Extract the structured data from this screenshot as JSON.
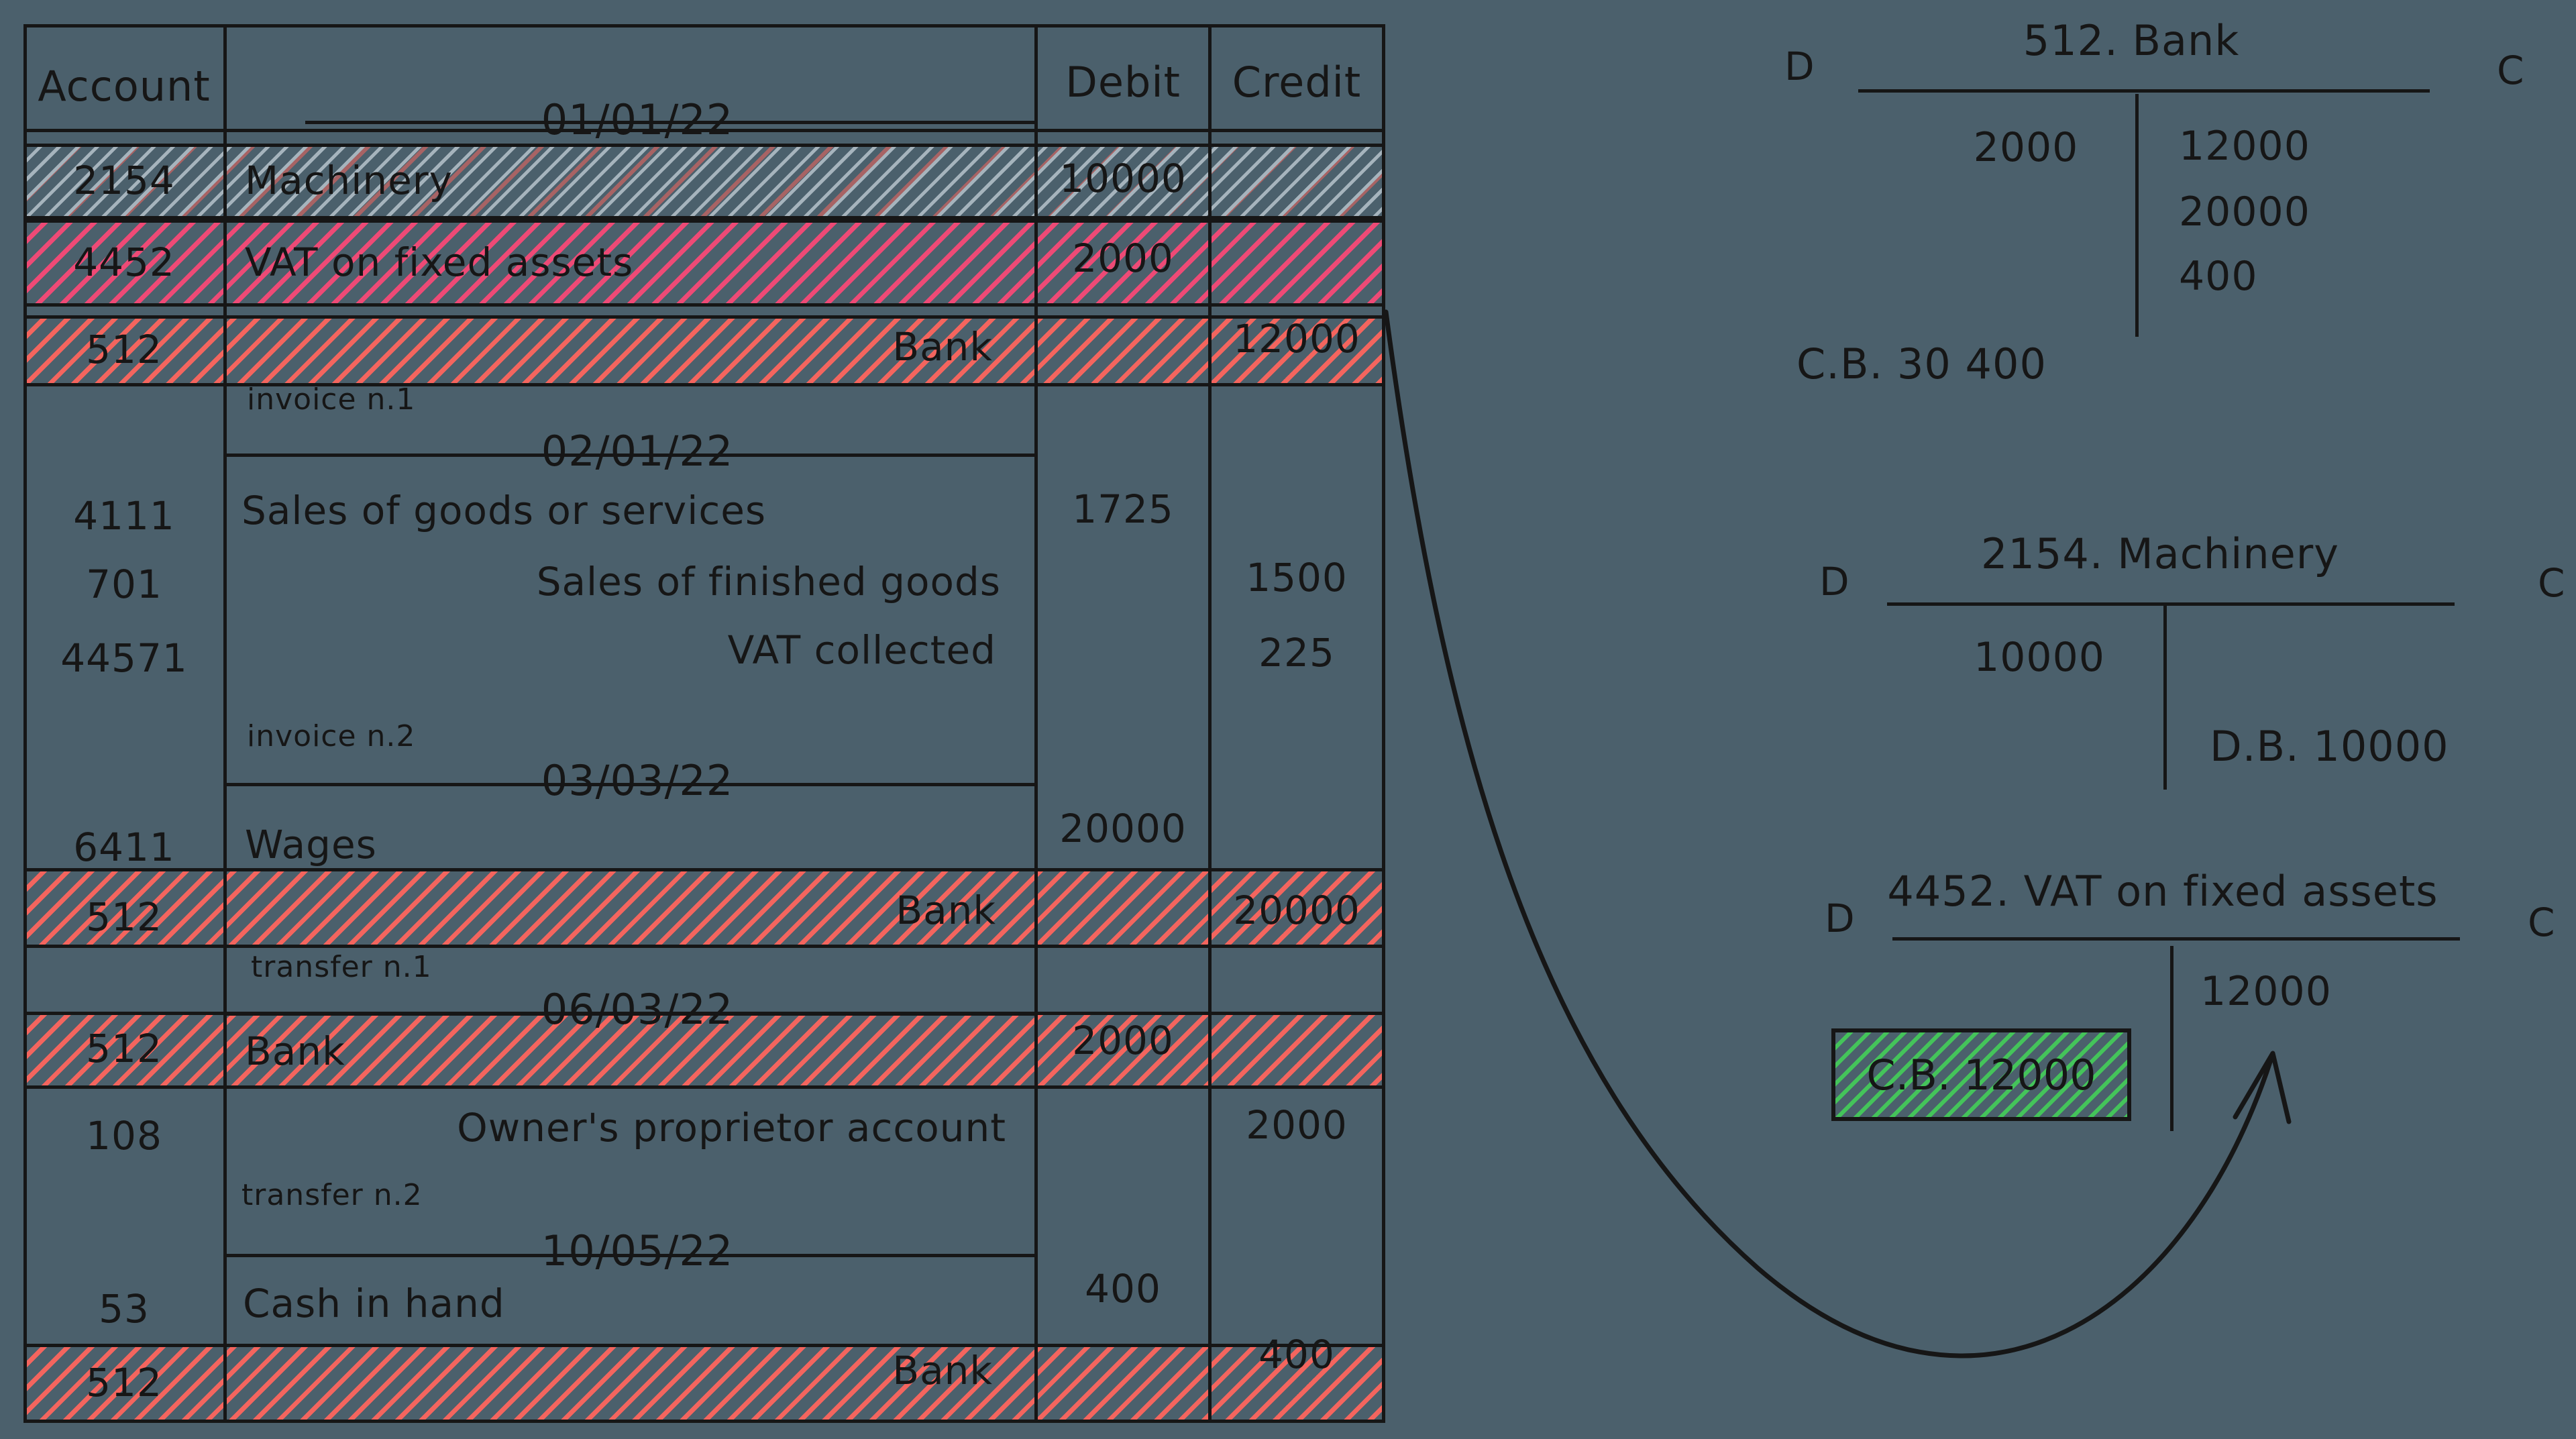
{
  "colors": {
    "bg": "#4b606c",
    "ink": "#161616",
    "hatchGray": "#a6b4bd",
    "hatchRed": "#f4655e",
    "hatchPink": "#ee4a76",
    "hatchGreen": "#44c45a"
  },
  "icons": {
    "flow_arrow": "curved-arrow"
  },
  "journal": {
    "headers": {
      "account": "Account",
      "debit": "Debit",
      "credit": "Credit"
    },
    "entries": [
      {
        "date": "01/01/22",
        "note": "invoice n.1",
        "lines": [
          {
            "account": "2154",
            "description": "Machinery",
            "debit": "10000",
            "credit": "",
            "highlight": "gray"
          },
          {
            "account": "4452",
            "description": "VAT on fixed assets",
            "debit": "2000",
            "credit": "",
            "highlight": "pink"
          },
          {
            "account": "512",
            "description": "Bank",
            "debit": "",
            "credit": "12000",
            "highlight": "red"
          }
        ]
      },
      {
        "date": "02/01/22",
        "note": "invoice n.2",
        "lines": [
          {
            "account": "4111",
            "description": "Sales of goods or services",
            "debit": "1725",
            "credit": "",
            "highlight": "none"
          },
          {
            "account": "701",
            "description": "Sales of finished goods",
            "debit": "",
            "credit": "1500",
            "highlight": "none"
          },
          {
            "account": "44571",
            "description": "VAT collected",
            "debit": "",
            "credit": "225",
            "highlight": "none"
          }
        ]
      },
      {
        "date": "03/03/22",
        "note": "transfer n.1",
        "lines": [
          {
            "account": "6411",
            "description": "Wages",
            "debit": "20000",
            "credit": "",
            "highlight": "none"
          },
          {
            "account": "512",
            "description": "Bank",
            "debit": "",
            "credit": "20000",
            "highlight": "red"
          }
        ]
      },
      {
        "date": "06/03/22",
        "note": "transfer n.2",
        "lines": [
          {
            "account": "512",
            "description": "Bank",
            "debit": "2000",
            "credit": "",
            "highlight": "red"
          },
          {
            "account": "108",
            "description": "Owner's proprietor account",
            "debit": "",
            "credit": "2000",
            "highlight": "none"
          }
        ]
      },
      {
        "date": "10/05/22",
        "note": "",
        "lines": [
          {
            "account": "53",
            "description": "Cash in hand",
            "debit": "400",
            "credit": "",
            "highlight": "none"
          },
          {
            "account": "512",
            "description": "Bank",
            "debit": "",
            "credit": "400",
            "highlight": "red"
          }
        ]
      }
    ]
  },
  "t_accounts": [
    {
      "title": "512. Bank",
      "debit_label": "D",
      "credit_label": "C",
      "debits": [
        "2000"
      ],
      "credits": [
        "12000",
        "20000",
        "400"
      ],
      "balance": "C.B. 30 400"
    },
    {
      "title": "2154. Machinery",
      "debit_label": "D",
      "credit_label": "C",
      "debits": [
        "10000"
      ],
      "credits": [],
      "balance": "D.B. 10000"
    },
    {
      "title": "4452. VAT on fixed assets",
      "debit_label": "D",
      "credit_label": "C",
      "debits": [],
      "credits": [
        "12000"
      ],
      "balance": "C.B. 12000"
    }
  ]
}
